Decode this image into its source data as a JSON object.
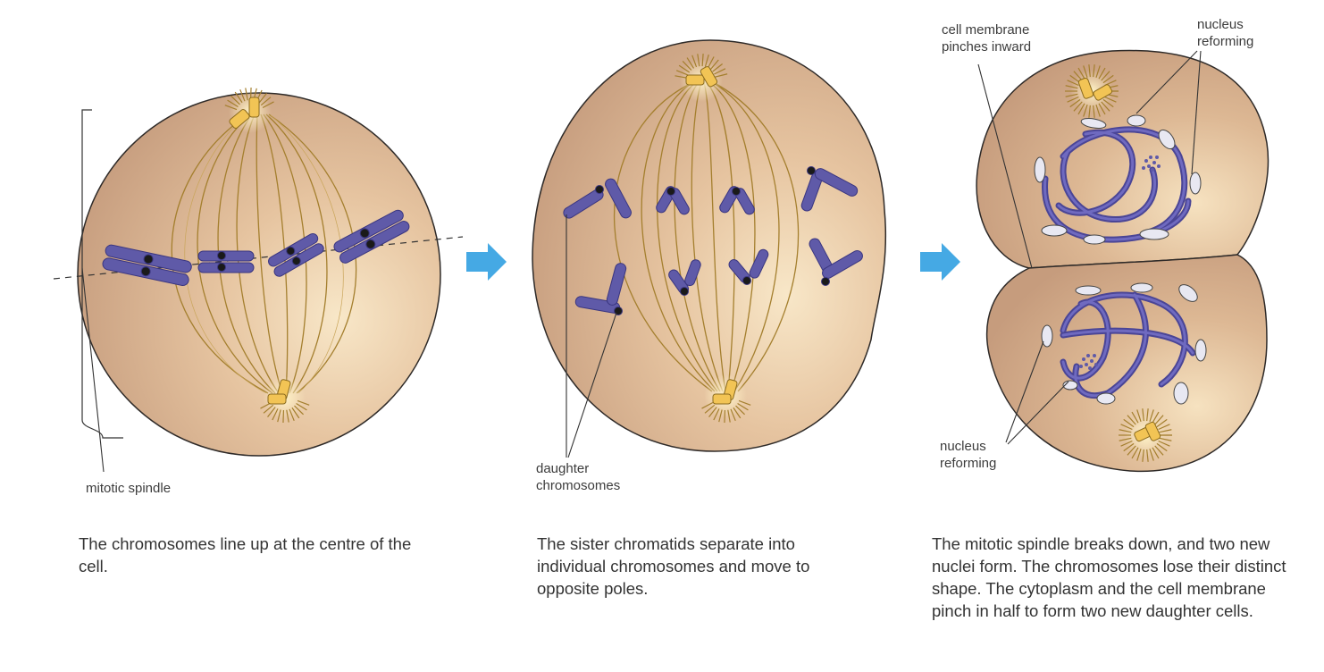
{
  "panels": [
    {
      "labels": {
        "spindle": "mitotic spindle"
      },
      "caption": "The chromosomes line up at the centre of the cell."
    },
    {
      "labels": {
        "daughter": "daughter chromosomes"
      },
      "caption": "The sister chromatids separate into individual chromosomes and move to opposite poles."
    },
    {
      "labels": {
        "membrane": "cell membrane pinches inward",
        "nucleus_top": "nucleus reforming",
        "nucleus_bottom": "nucleus reforming"
      },
      "caption": "The mitotic spindle breaks down, and two new nuclei form. The chromosomes lose their distinct shape. The cytoplasm and the cell membrane pinch in half to form two new daughter cells."
    }
  ],
  "colors": {
    "cytoplasm_dark": "#cfa583",
    "cytoplasm_light": "#f6e3c3",
    "spindle_fiber": "#b08a35",
    "centriole": "#f2c455",
    "chromosome": "#5f5aa8",
    "centromere": "#1a1a1a",
    "arrow": "#45a9e4"
  },
  "icons": [
    "right-arrow-icon",
    "right-arrow-icon"
  ]
}
